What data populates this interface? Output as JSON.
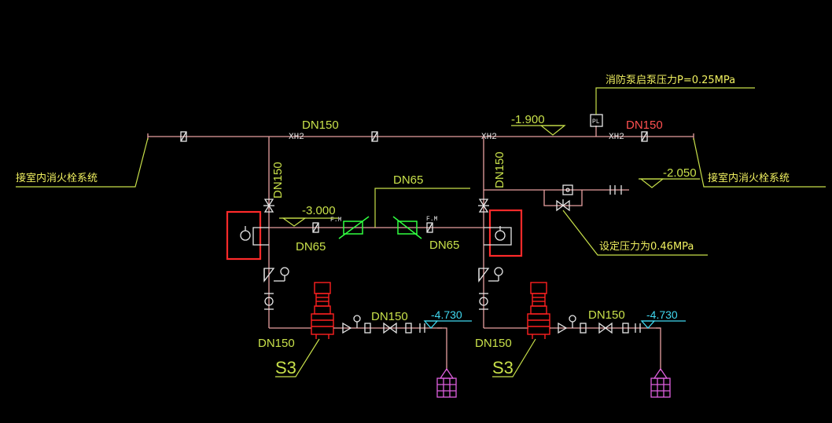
{
  "labels": {
    "left_system": "接室内消火栓系统",
    "right_system": "接室内消火栓系统",
    "pump_start_pressure": "消防泵启泵压力P=0.25MPa",
    "set_pressure": "设定压力为0.46MPa",
    "pressure_switch": "PL"
  },
  "pipe_sizes": {
    "main_top": "DN150",
    "main_top_right": "DN150",
    "riser_left": "DN150",
    "riser_right": "DN150",
    "bridge_top": "DN65",
    "bridge_left": "DN65",
    "bridge_right": "DN65",
    "suction_left": "DN150",
    "suction_right": "DN150",
    "pump_left": "DN150",
    "pump_right": "DN150"
  },
  "tags": {
    "xh_left": "XH2",
    "xh_mid": "XH2",
    "xh_right": "XH2",
    "fm_left": "F.M",
    "fm_right": "F.M"
  },
  "elevations": {
    "top": "-1.900",
    "right": "-2.050",
    "mid": "-3.000",
    "pool_left": "-4.730",
    "pool_right": "-4.730"
  },
  "pumps": {
    "left": "S3",
    "right": "S3"
  },
  "colors": {
    "background": "#000000",
    "pipe": "#e8a0a0",
    "leader": "#c8e04a",
    "label": "#f0f060",
    "pump": "#ff2020",
    "highlight": "#ff2a2a",
    "elevation_cyan": "#40d8f0",
    "suction_bell": "#e060e0"
  }
}
